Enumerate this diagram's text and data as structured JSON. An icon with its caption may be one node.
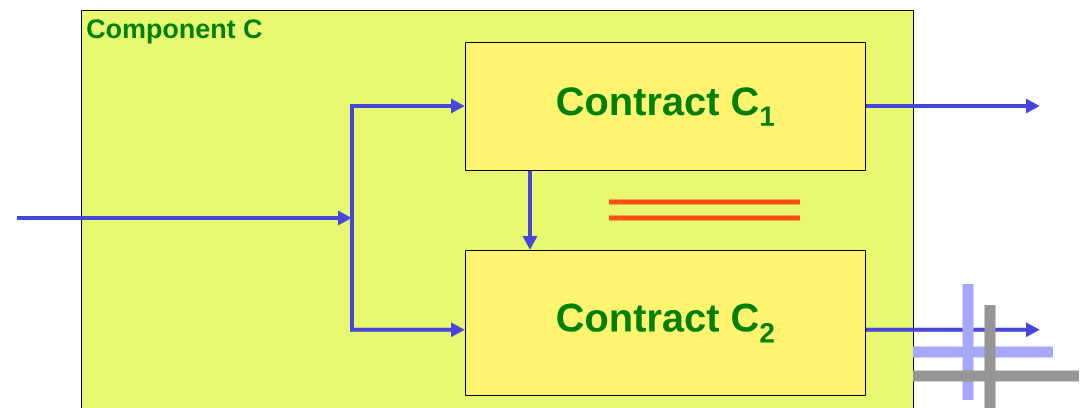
{
  "diagram": {
    "nodes": [
      {
        "text": [
          "Component C"
        ]
      },
      {
        "text": [
          "Contract C$_{1}$"
        ],
        "in": 0
      },
      {
        "text": [
          "Contract C$_{2}$"
        ],
        "in": 0
      }
    ],
    "edges": [
      {
        "from": null,
        "to": 1,
        "arrow": "to"
      },
      {
        "from": null,
        "to": 2,
        "arrow": "to"
      },
      {
        "from": 1,
        "to": 2,
        "arrow": "to"
      },
      {
        "from": 1,
        "to": null,
        "arrow": "to"
      },
      {
        "from": 2,
        "to": null,
        "arrow": "to"
      }
    ]
  }
}
